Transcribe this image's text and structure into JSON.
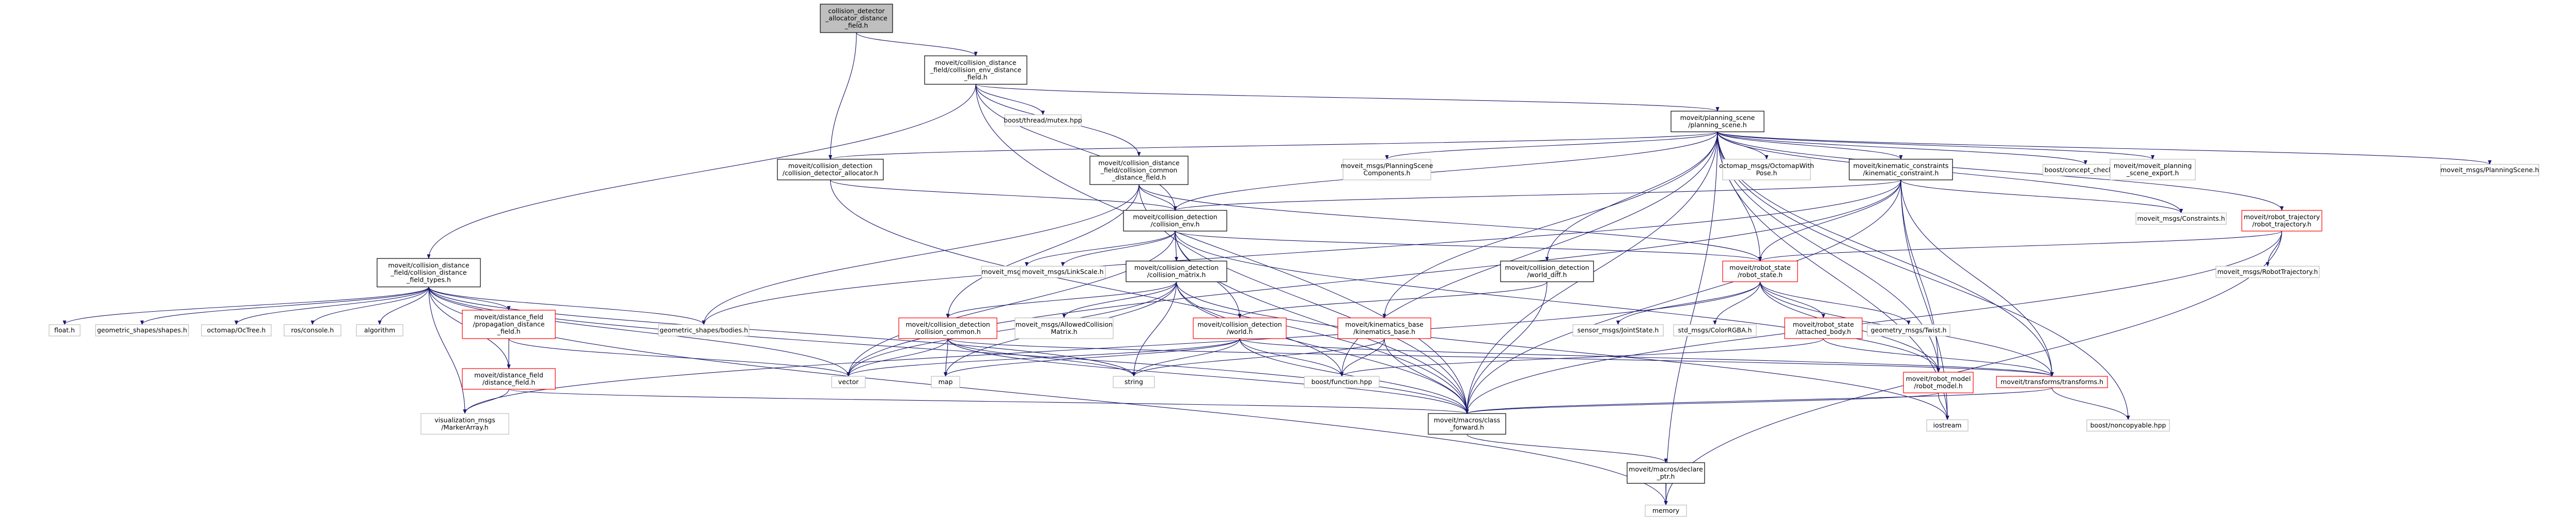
{
  "colors": {
    "edge": "#191970",
    "edge_dim": "#404040",
    "box_default_stroke": "#000000",
    "box_missing_stroke": "#bfbfbf",
    "box_red_stroke": "#ff0000",
    "root_fill": "#bfbfbf",
    "fill": "#ffffff",
    "text": "#000000"
  },
  "nodes": [
    {
      "id": "root",
      "style": "root",
      "lines": [
        "collision_detector",
        "_allocator_distance",
        "_field.h"
      ]
    },
    {
      "id": "cenv_df",
      "style": "default",
      "lines": [
        "moveit/collision_distance",
        "_field/collision_env_distance",
        "_field.h"
      ]
    },
    {
      "id": "boost_mutex",
      "style": "missing",
      "lines": [
        "boost/thread/mutex.hpp"
      ]
    },
    {
      "id": "psc",
      "style": "default",
      "lines": [
        "moveit/planning_scene",
        "/planning_scene.h"
      ]
    },
    {
      "id": "cdalloc",
      "style": "default",
      "lines": [
        "moveit/collision_detection",
        "/collision_detector_allocator.h"
      ]
    },
    {
      "id": "cdfc",
      "style": "default",
      "lines": [
        "moveit/collision_distance",
        "_field/collision_common",
        "_distance_field.h"
      ]
    },
    {
      "id": "cenv",
      "style": "default",
      "lines": [
        "moveit/collision_detection",
        "/collision_env.h"
      ]
    },
    {
      "id": "msgs_psc",
      "style": "missing",
      "lines": [
        "moveit_msgs/PlanningScene",
        "Components.h"
      ]
    },
    {
      "id": "octomap_pose",
      "style": "missing",
      "lines": [
        "octomap_msgs/OctomapWith",
        "Pose.h"
      ]
    },
    {
      "id": "kin_constraint",
      "style": "default",
      "lines": [
        "moveit/kinematic_constraints",
        "/kinematic_constraint.h"
      ]
    },
    {
      "id": "boost_concept",
      "style": "missing",
      "lines": [
        "boost/concept_check.hpp"
      ]
    },
    {
      "id": "ps_export",
      "style": "missing",
      "lines": [
        "moveit/moveit_planning",
        "_scene_export.h"
      ]
    },
    {
      "id": "robot_traj",
      "style": "red",
      "lines": [
        "moveit/robot_trajectory",
        "/robot_trajectory.h"
      ]
    },
    {
      "id": "msg_planning_scene",
      "style": "missing",
      "lines": [
        "moveit_msgs/PlanningScene.h"
      ]
    },
    {
      "id": "msg_constraints",
      "style": "missing",
      "lines": [
        "moveit_msgs/Constraints.h"
      ]
    },
    {
      "id": "cdft",
      "style": "default",
      "lines": [
        "moveit/collision_distance",
        "_field/collision_distance",
        "_field_types.h"
      ]
    },
    {
      "id": "link_padding",
      "style": "missing",
      "lines": [
        "moveit_msgs/LinkPadding.h"
      ]
    },
    {
      "id": "link_scale",
      "style": "missing",
      "lines": [
        "moveit_msgs/LinkScale.h"
      ]
    },
    {
      "id": "cmatrix",
      "style": "default",
      "lines": [
        "moveit/collision_detection",
        "/collision_matrix.h"
      ]
    },
    {
      "id": "world_diff",
      "style": "default",
      "lines": [
        "moveit/collision_detection",
        "/world_diff.h"
      ]
    },
    {
      "id": "robot_state",
      "style": "red",
      "lines": [
        "moveit/robot_state",
        "/robot_state.h"
      ]
    },
    {
      "id": "msg_robot_traj",
      "style": "missing",
      "lines": [
        "moveit_msgs/RobotTrajectory.h"
      ]
    },
    {
      "id": "float",
      "style": "missing",
      "lines": [
        "float.h"
      ]
    },
    {
      "id": "geo_shapes",
      "style": "missing",
      "lines": [
        "geometric_shapes/shapes.h"
      ]
    },
    {
      "id": "octree",
      "style": "missing",
      "lines": [
        "octomap/OcTree.h"
      ]
    },
    {
      "id": "rosconsole",
      "style": "missing",
      "lines": [
        "ros/console.h"
      ]
    },
    {
      "id": "algorithm",
      "style": "missing",
      "lines": [
        "algorithm"
      ]
    },
    {
      "id": "prop_df",
      "style": "red",
      "lines": [
        "moveit/distance_field",
        "/propagation_distance",
        "_field.h"
      ]
    },
    {
      "id": "geo_bodies",
      "style": "missing",
      "lines": [
        "geometric_shapes/bodies.h"
      ]
    },
    {
      "id": "cc",
      "style": "red",
      "lines": [
        "moveit/collision_detection",
        "/collision_common.h"
      ]
    },
    {
      "id": "allowed_cm",
      "style": "missing",
      "lines": [
        "moveit_msgs/AllowedCollision",
        "Matrix.h"
      ]
    },
    {
      "id": "world",
      "style": "red",
      "lines": [
        "moveit/collision_detection",
        "/world.h"
      ]
    },
    {
      "id": "kin_base",
      "style": "red",
      "lines": [
        "moveit/kinematics_base",
        "/kinematics_base.h"
      ]
    },
    {
      "id": "joint_state",
      "style": "missing",
      "lines": [
        "sensor_msgs/JointState.h"
      ]
    },
    {
      "id": "color_rgba",
      "style": "missing",
      "lines": [
        "std_msgs/ColorRGBA.h"
      ]
    },
    {
      "id": "attached_body",
      "style": "red",
      "lines": [
        "moveit/robot_state",
        "/attached_body.h"
      ]
    },
    {
      "id": "twist",
      "style": "missing",
      "lines": [
        "geometry_msgs/Twist.h"
      ]
    },
    {
      "id": "df",
      "style": "red",
      "lines": [
        "moveit/distance_field",
        "/distance_field.h"
      ]
    },
    {
      "id": "vector",
      "style": "missing",
      "lines": [
        "vector"
      ]
    },
    {
      "id": "map",
      "style": "missing",
      "lines": [
        "map"
      ]
    },
    {
      "id": "string",
      "style": "missing",
      "lines": [
        "string"
      ]
    },
    {
      "id": "boost_function",
      "style": "missing",
      "lines": [
        "boost/function.hpp"
      ]
    },
    {
      "id": "robot_model",
      "style": "red",
      "lines": [
        "moveit/robot_model",
        "/robot_model.h"
      ]
    },
    {
      "id": "transforms",
      "style": "red",
      "lines": [
        "moveit/transforms/transforms.h"
      ]
    },
    {
      "id": "marker_array",
      "style": "missing",
      "lines": [
        "visualization_msgs",
        "/MarkerArray.h"
      ]
    },
    {
      "id": "class_fwd",
      "style": "default",
      "lines": [
        "moveit/macros/class",
        "_forward.h"
      ]
    },
    {
      "id": "iostream",
      "style": "missing",
      "lines": [
        "iostream"
      ]
    },
    {
      "id": "boost_noncopy",
      "style": "missing",
      "lines": [
        "boost/noncopyable.hpp"
      ]
    },
    {
      "id": "declare_ptr",
      "style": "default",
      "lines": [
        "moveit/macros/declare",
        "_ptr.h"
      ]
    },
    {
      "id": "memory",
      "style": "missing",
      "lines": [
        "memory"
      ]
    }
  ],
  "edges": [
    [
      "root",
      "cenv_df"
    ],
    [
      "root",
      "cdalloc"
    ],
    [
      "cenv_df",
      "boost_mutex"
    ],
    [
      "cenv_df",
      "psc"
    ],
    [
      "cenv_df",
      "cdfc"
    ],
    [
      "cenv_df",
      "cenv"
    ],
    [
      "cenv_df",
      "cdft"
    ],
    [
      "cenv_df",
      "class_fwd"
    ],
    [
      "psc",
      "cdalloc"
    ],
    [
      "psc",
      "cenv"
    ],
    [
      "psc",
      "msgs_psc"
    ],
    [
      "psc",
      "octomap_pose"
    ],
    [
      "psc",
      "kin_constraint"
    ],
    [
      "psc",
      "boost_concept"
    ],
    [
      "psc",
      "ps_export"
    ],
    [
      "psc",
      "robot_traj"
    ],
    [
      "psc",
      "msg_planning_scene"
    ],
    [
      "psc",
      "msg_constraints"
    ],
    [
      "psc",
      "world_diff"
    ],
    [
      "psc",
      "robot_state"
    ],
    [
      "psc",
      "kin_base"
    ],
    [
      "psc",
      "boost_function"
    ],
    [
      "psc",
      "robot_model"
    ],
    [
      "psc",
      "transforms"
    ],
    [
      "psc",
      "class_fwd"
    ],
    [
      "psc",
      "iostream"
    ],
    [
      "psc",
      "boost_noncopy"
    ],
    [
      "psc",
      "memory"
    ],
    [
      "cdalloc",
      "cenv"
    ],
    [
      "cdalloc",
      "class_fwd"
    ],
    [
      "cdfc",
      "cenv"
    ],
    [
      "cdfc",
      "cc"
    ],
    [
      "cdfc",
      "robot_state"
    ],
    [
      "cdfc",
      "geo_bodies"
    ],
    [
      "cdfc",
      "class_fwd"
    ],
    [
      "cenv",
      "link_padding"
    ],
    [
      "cenv",
      "link_scale"
    ],
    [
      "cenv",
      "cmatrix"
    ],
    [
      "cenv",
      "world"
    ],
    [
      "cenv",
      "robot_state"
    ],
    [
      "cenv",
      "robot_model"
    ],
    [
      "cenv",
      "vector"
    ],
    [
      "cenv",
      "class_fwd"
    ],
    [
      "kin_constraint",
      "cenv"
    ],
    [
      "kin_constraint",
      "msg_constraints"
    ],
    [
      "kin_constraint",
      "robot_state"
    ],
    [
      "kin_constraint",
      "robot_model"
    ],
    [
      "kin_constraint",
      "geo_bodies"
    ],
    [
      "kin_constraint",
      "iostream"
    ],
    [
      "kin_constraint",
      "vector"
    ],
    [
      "kin_constraint",
      "class_fwd"
    ],
    [
      "kin_constraint",
      "transforms"
    ],
    [
      "robot_traj",
      "robot_state"
    ],
    [
      "robot_traj",
      "msg_robot_traj"
    ],
    [
      "robot_traj",
      "memory"
    ],
    [
      "robot_traj",
      "class_fwd"
    ],
    [
      "cdft",
      "float"
    ],
    [
      "cdft",
      "geo_shapes"
    ],
    [
      "cdft",
      "octree"
    ],
    [
      "cdft",
      "rosconsole"
    ],
    [
      "cdft",
      "algorithm"
    ],
    [
      "cdft",
      "prop_df"
    ],
    [
      "cdft",
      "geo_bodies"
    ],
    [
      "cdft",
      "df"
    ],
    [
      "cdft",
      "vector"
    ],
    [
      "cdft",
      "string"
    ],
    [
      "cdft",
      "marker_array"
    ],
    [
      "cdft",
      "memory"
    ],
    [
      "cdft",
      "class_fwd"
    ],
    [
      "cmatrix",
      "cc"
    ],
    [
      "cmatrix",
      "allowed_cm"
    ],
    [
      "cmatrix",
      "vector"
    ],
    [
      "cmatrix",
      "map"
    ],
    [
      "cmatrix",
      "string"
    ],
    [
      "cmatrix",
      "boost_function"
    ],
    [
      "cmatrix",
      "iostream"
    ],
    [
      "cmatrix",
      "class_fwd"
    ],
    [
      "world_diff",
      "world"
    ],
    [
      "world_diff",
      "class_fwd"
    ],
    [
      "robot_state",
      "joint_state"
    ],
    [
      "robot_state",
      "color_rgba"
    ],
    [
      "robot_state",
      "attached_body"
    ],
    [
      "robot_state",
      "twist"
    ],
    [
      "robot_state",
      "robot_model"
    ],
    [
      "robot_state",
      "transforms"
    ],
    [
      "robot_state",
      "marker_array"
    ],
    [
      "prop_df",
      "df"
    ],
    [
      "prop_df",
      "vector"
    ],
    [
      "df",
      "class_fwd"
    ],
    [
      "df",
      "marker_array"
    ],
    [
      "cc",
      "vector"
    ],
    [
      "cc",
      "map"
    ],
    [
      "cc",
      "string"
    ],
    [
      "cc",
      "class_fwd"
    ],
    [
      "cc",
      "transforms"
    ],
    [
      "world",
      "vector"
    ],
    [
      "world",
      "map"
    ],
    [
      "world",
      "string"
    ],
    [
      "world",
      "boost_function"
    ],
    [
      "world",
      "class_fwd"
    ],
    [
      "world",
      "transforms"
    ],
    [
      "kin_base",
      "string"
    ],
    [
      "kin_base",
      "boost_function"
    ],
    [
      "kin_base",
      "class_fwd"
    ],
    [
      "attached_body",
      "boost_function"
    ],
    [
      "attached_body",
      "transforms"
    ],
    [
      "robot_model",
      "iostream"
    ],
    [
      "robot_model",
      "class_fwd"
    ],
    [
      "transforms",
      "boost_noncopy"
    ],
    [
      "transforms",
      "class_fwd"
    ],
    [
      "class_fwd",
      "declare_ptr"
    ],
    [
      "declare_ptr",
      "memory"
    ]
  ]
}
